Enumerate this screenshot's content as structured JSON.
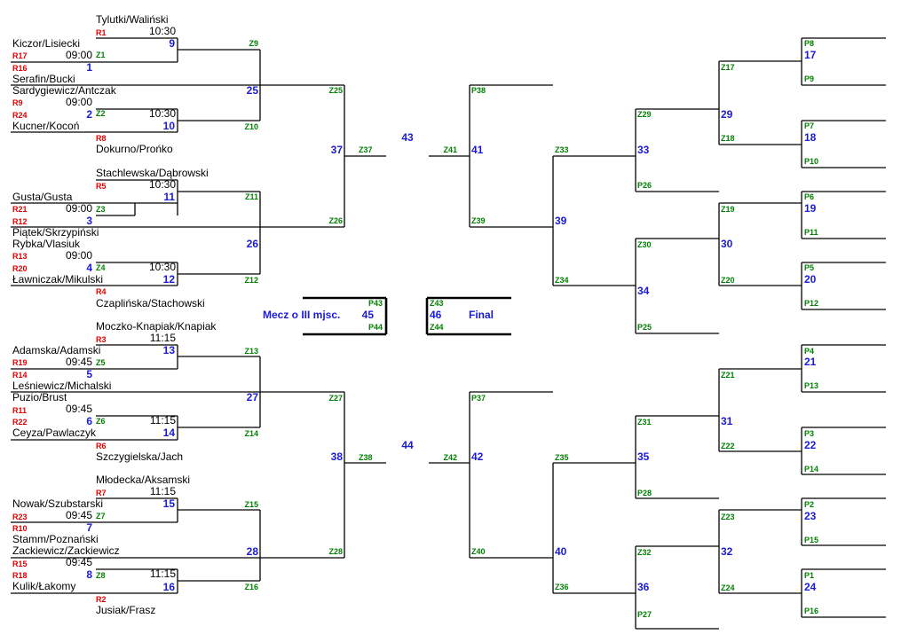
{
  "colors": {
    "line": "#000000",
    "seed_code": "#e00000",
    "path_code": "#008000",
    "match_number": "#1a1adb",
    "name_text": "#000000"
  },
  "labels": {
    "third_place": "Mecz o III mjsc.",
    "final": "Final"
  },
  "names": [
    "Tylutki/Waliński",
    "Kiczor/Lisiecki",
    "Serafin/Bucki",
    "Sardygiewicz/Antczak",
    "Kucner/Kocoń",
    "Dokurno/Prońko",
    "Stachlewska/Dąbrowski",
    "Gusta/Gusta",
    "Piątek/Skrzypiński",
    "Rybka/Vlasiuk",
    "Ławniczak/Mikulski",
    "Czaplińska/Stachowski",
    "Moczko-Knapiak/Knapiak",
    "Adamska/Adamski",
    "Leśniewicz/Michalski",
    "Puzio/Brust",
    "Ceyza/Pawlaczyk",
    "Szczygielska/Jach",
    "Młodecka/Aksamski",
    "Nowak/Szubstarski",
    "Stamm/Poznański",
    "Zackiewicz/Zackiewicz",
    "Kulik/Łakomy",
    "Jusiak/Frasz"
  ],
  "times": [
    "10:30",
    "09:00",
    "09:00",
    "10:30",
    "10:30",
    "09:00",
    "09:00",
    "10:30",
    "11:15",
    "09:45",
    "09:45",
    "11:15",
    "11:15",
    "09:45",
    "09:45",
    "11:15"
  ],
  "seed_codes": [
    "R1",
    "R17",
    "R16",
    "R9",
    "R24",
    "R8",
    "R5",
    "R21",
    "R12",
    "R13",
    "R20",
    "R4",
    "R3",
    "R19",
    "R14",
    "R11",
    "R22",
    "R6",
    "R7",
    "R23",
    "R10",
    "R15",
    "R18",
    "R2"
  ],
  "path_codes": {
    "left": [
      "Z1",
      "Z2",
      "Z3",
      "Z4",
      "Z5",
      "Z6",
      "Z7",
      "Z8",
      "Z9",
      "Z10",
      "Z11",
      "Z12",
      "Z13",
      "Z14",
      "Z15",
      "Z16",
      "Z25",
      "Z26",
      "Z27",
      "Z28",
      "Z37",
      "Z38"
    ],
    "center": [
      "P43",
      "P44",
      "Z43",
      "Z44",
      "Z41",
      "Z42"
    ],
    "right": [
      "P38",
      "Z39",
      "P37",
      "Z40",
      "Z33",
      "Z34",
      "Z35",
      "Z36",
      "Z29",
      "P26",
      "Z30",
      "P25",
      "Z31",
      "P28",
      "Z32",
      "P27",
      "Z17",
      "Z18",
      "Z19",
      "Z20",
      "Z21",
      "Z22",
      "Z23",
      "Z24",
      "P8",
      "P9",
      "P7",
      "P10",
      "P6",
      "P11",
      "P5",
      "P12",
      "P4",
      "P13",
      "P3",
      "P14",
      "P2",
      "P15",
      "P1",
      "P16"
    ]
  },
  "match_numbers": {
    "left": [
      "9",
      "1",
      "25",
      "2",
      "10",
      "37",
      "11",
      "3",
      "26",
      "4",
      "12",
      "13",
      "5",
      "27",
      "6",
      "14",
      "38",
      "15",
      "7",
      "28",
      "8",
      "16"
    ],
    "center": [
      "43",
      "44",
      "45",
      "46",
      "41",
      "42"
    ],
    "right": [
      "39",
      "40",
      "33",
      "34",
      "35",
      "36",
      "29",
      "30",
      "31",
      "32",
      "17",
      "18",
      "19",
      "20",
      "21",
      "22",
      "23",
      "24"
    ]
  }
}
